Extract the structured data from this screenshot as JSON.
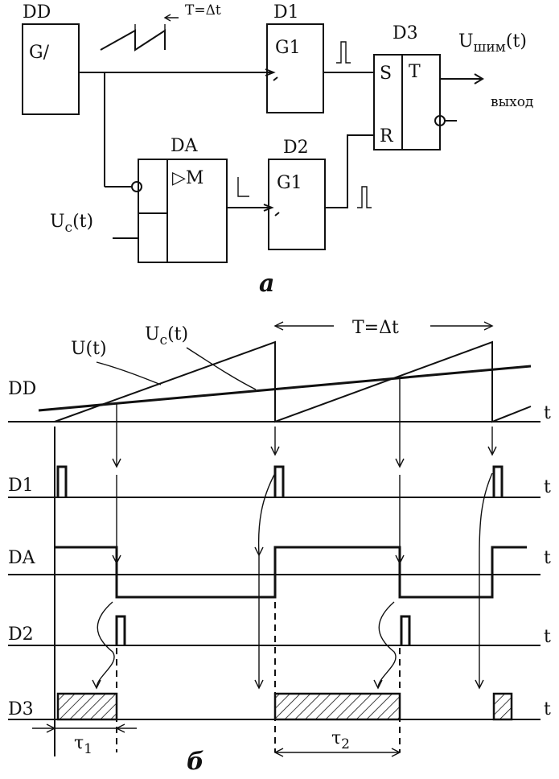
{
  "schematic": {
    "dd_label": "DD",
    "dd_block": "G/",
    "period_label": "T=Δt",
    "d1_label": "D1",
    "d1_block": "G1",
    "d2_label": "D2",
    "d2_block": "G1",
    "d3_label": "D3",
    "d3_s": "S",
    "d3_t": "T",
    "d3_r": "R",
    "da_label": "DA",
    "da_block": "▷M",
    "input_label": "U",
    "input_sub": "c",
    "input_arg": "(t)",
    "output_label": "U",
    "output_sub": "шим",
    "output_arg": "(t)",
    "output_word": "выход",
    "caption": "а"
  },
  "timing": {
    "period_label": "T=Δt",
    "u_label": "U(t)",
    "uc_label": "U",
    "uc_sub": "c",
    "uc_arg": "(t)",
    "rows": [
      "DD",
      "D1",
      "DA",
      "D2",
      "D3"
    ],
    "axis_label": "t",
    "tau1": "τ",
    "tau1_sub": "1",
    "tau2": "τ",
    "tau2_sub": "2",
    "caption": "б"
  }
}
